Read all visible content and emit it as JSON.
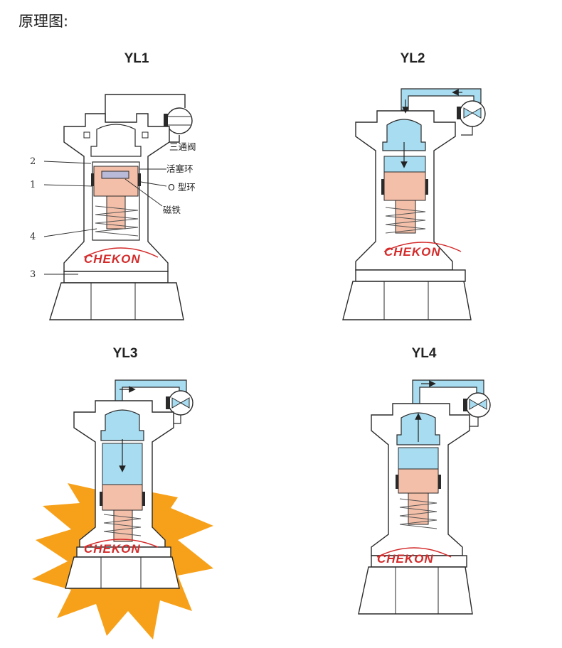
{
  "heading": "原理图:",
  "panels": [
    {
      "title": "YL1"
    },
    {
      "title": "YL2"
    },
    {
      "title": "YL3"
    },
    {
      "title": "YL4"
    }
  ],
  "labels": {
    "valve": "三通阀",
    "piston_ring": "活塞环",
    "o_ring": "O 型环",
    "magnet": "磁铁",
    "n1": "1",
    "n2": "2",
    "n3": "3",
    "n4": "4"
  },
  "logo_text": "CHEKON",
  "colors": {
    "outline": "#2a2a2a",
    "air": "#a8dcf0",
    "piston": "#f4bfa8",
    "burst": "#f7a11a",
    "logo": "#d42a2a"
  }
}
